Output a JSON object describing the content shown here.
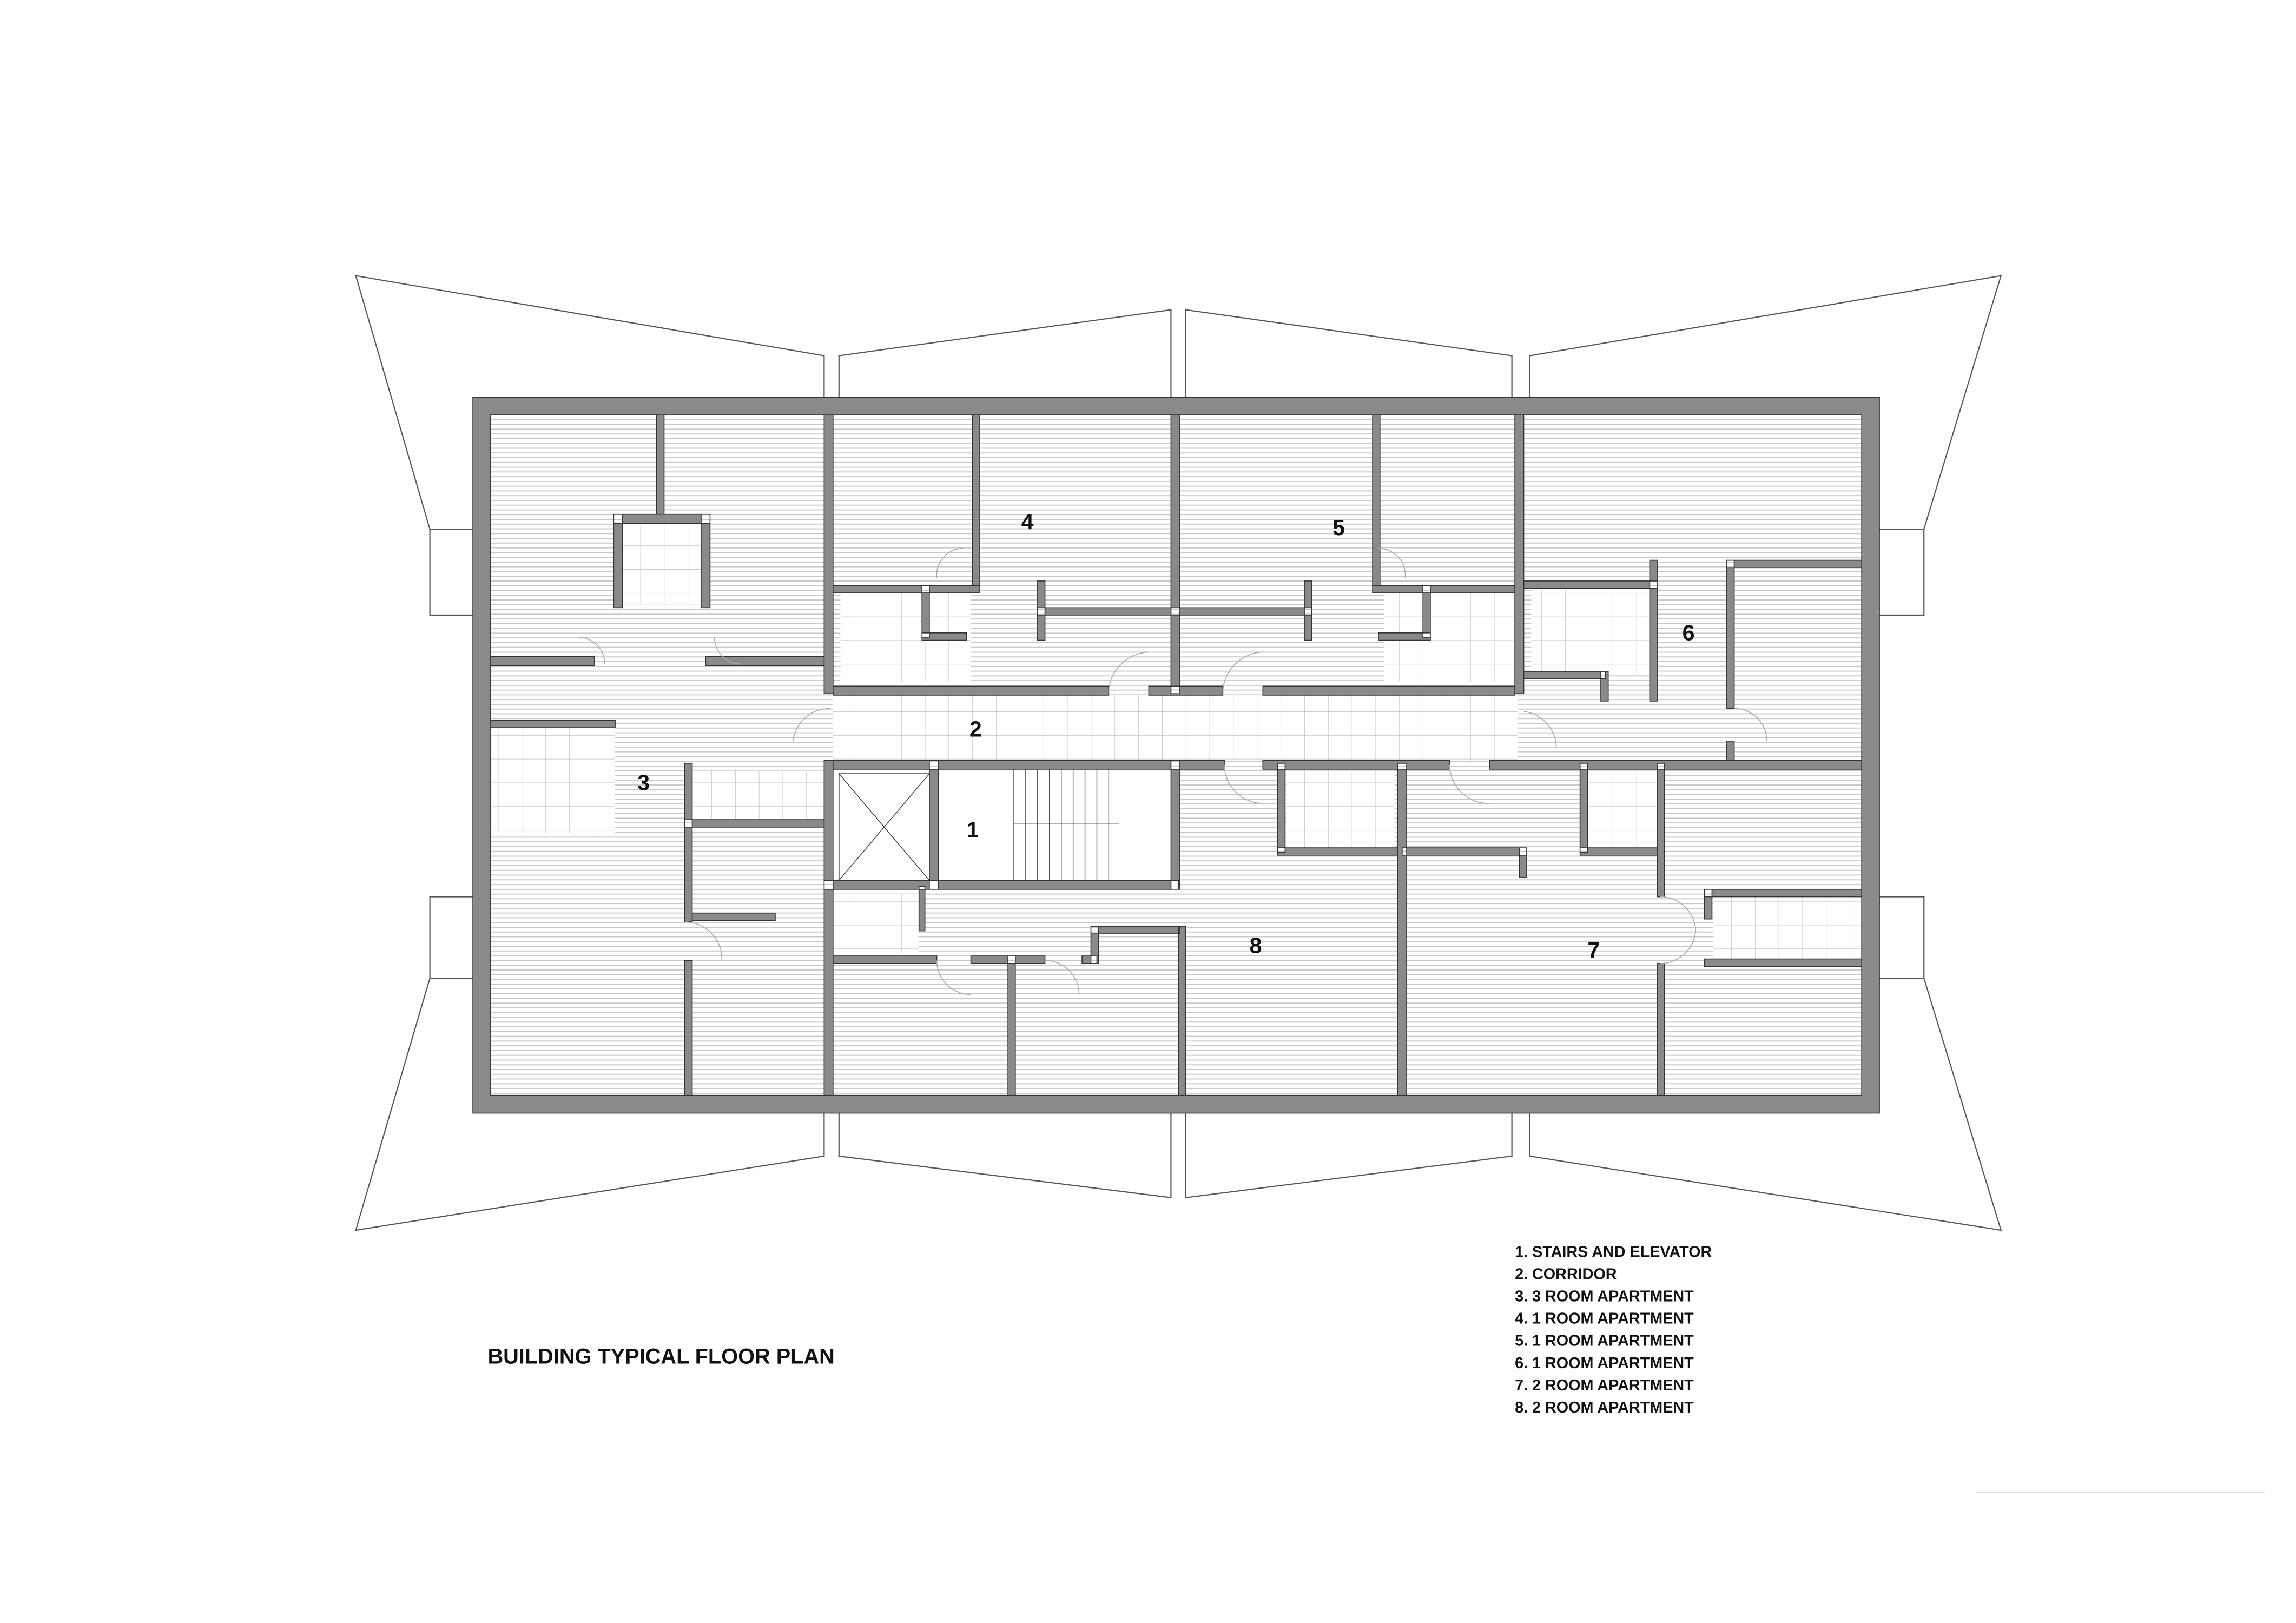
{
  "plan": {
    "title": "BUILDING TYPICAL FLOOR PLAN",
    "room_numbers": [
      "1",
      "2",
      "3",
      "4",
      "5",
      "6",
      "7",
      "8"
    ],
    "legend": [
      "1. STAIRS AND ELEVATOR",
      "2. CORRIDOR",
      "3. 3 ROOM APARTMENT",
      "4. 1  ROOM APARTMENT",
      "5. 1  ROOM APARTMENT",
      "6. 1  ROOM APARTMENT",
      "7. 2  ROOM APARTMENT",
      "8. 2  ROOM APARTMENT"
    ]
  },
  "colors": {
    "wall": "#8a8a8a",
    "hatch": "#c8c8c8",
    "line": "#555555"
  }
}
